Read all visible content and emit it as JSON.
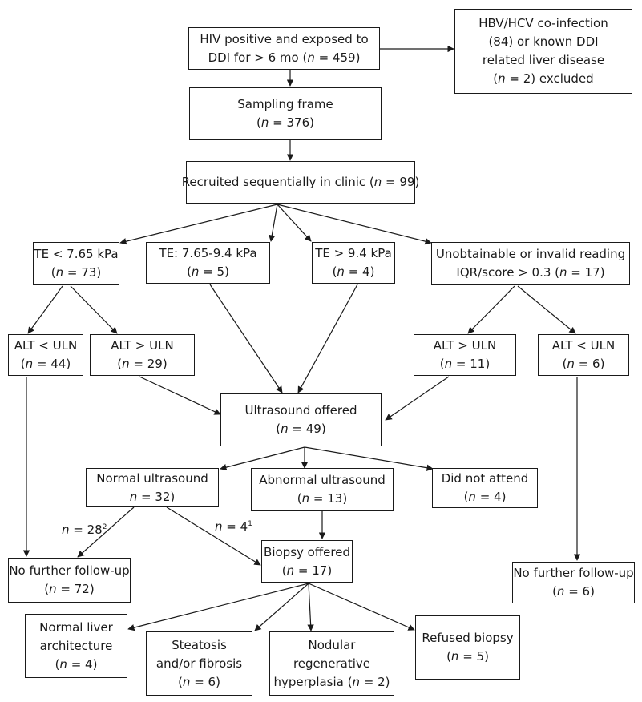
{
  "boxes": {
    "hiv": {
      "l1": "HIV positive and exposed to",
      "l2": "DDI for > 6 mo (",
      "n": "n",
      "l2b": " = 459)"
    },
    "excluded": {
      "l1": "HBV/HCV co-infection",
      "l2": "(84) or known DDI",
      "l3": "related liver disease",
      "l4a": "(",
      "n": "n",
      "l4b": " = 2) excluded"
    },
    "sampling": {
      "l1": "Sampling frame",
      "l2a": "(",
      "n": "n",
      "l2b": " = 376)"
    },
    "recruited": {
      "l1a": "Recruited sequentially in clinic (",
      "n": "n",
      "l1b": " = 99)"
    },
    "te_low": {
      "l1": "TE < 7.65 kPa",
      "l2a": "(",
      "n": "n",
      "l2b": " = 73)"
    },
    "te_mid": {
      "l1": "TE: 7.65-9.4 kPa",
      "l2a": "(",
      "n": "n",
      "l2b": " = 5)"
    },
    "te_high": {
      "l1": "TE > 9.4 kPa",
      "l2a": "(",
      "n": "n",
      "l2b": " = 4)"
    },
    "unobtainable": {
      "l1": "Unobtainable or invalid reading",
      "l2a": "IQR/score > 0.3 (",
      "n": "n",
      "l2b": " = 17)"
    },
    "alt_lt_44": {
      "l1": "ALT < ULN",
      "l2a": "(",
      "n": "n",
      "l2b": " = 44)"
    },
    "alt_gt_29": {
      "l1": "ALT > ULN",
      "l2a": "(",
      "n": "n",
      "l2b": " = 29)"
    },
    "alt_gt_11": {
      "l1": "ALT > ULN",
      "l2a": "(",
      "n": "n",
      "l2b": " = 11)"
    },
    "alt_lt_6": {
      "l1": "ALT < ULN",
      "l2a": "(",
      "n": "n",
      "l2b": " = 6)"
    },
    "ultrasound": {
      "l1": "Ultrasound offered",
      "l2a": "(",
      "n": "n",
      "l2b": " = 49)"
    },
    "normal_us": {
      "l1": "Normal ultrasound",
      "l2a": "",
      "n": "n",
      "l2b": " = 32)"
    },
    "abnormal_us": {
      "l1": "Abnormal ultrasound",
      "l2a": "(",
      "n": "n",
      "l2b": " = 13)"
    },
    "did_not_attend": {
      "l1": "Did not attend",
      "l2a": "(",
      "n": "n",
      "l2b": " = 4)"
    },
    "no_followup_left": {
      "l1": "No further follow-up",
      "l2a": "(",
      "n": "n",
      "l2b": " = 72)"
    },
    "biopsy": {
      "l1": "Biopsy offered",
      "l2a": "(",
      "n": "n",
      "l2b": " = 17)"
    },
    "no_followup_right": {
      "l1": "No further follow-up",
      "l2a": "(",
      "n": "n",
      "l2b": " = 6)"
    },
    "normal_liver": {
      "l1": "Normal liver",
      "l2": "architecture",
      "l3a": "(",
      "n": "n",
      "l3b": " = 4)"
    },
    "steatosis": {
      "l1": "Steatosis",
      "l2": "and/or fibrosis",
      "l3a": "(",
      "n": "n",
      "l3b": " = 6)"
    },
    "nodular": {
      "l1": "Nodular",
      "l2": "regenerative",
      "l3a": "hyperplasia (",
      "n": "n",
      "l3b": " = 2)"
    },
    "refused": {
      "l1": "Refused biopsy",
      "l2a": "(",
      "n": "n",
      "l2b": " = 5)"
    }
  },
  "edge_labels": {
    "n28": {
      "n": "n",
      "text": " = 28",
      "sup": "2"
    },
    "n4": {
      "n": "n",
      "text": " = 4",
      "sup": "1"
    }
  }
}
